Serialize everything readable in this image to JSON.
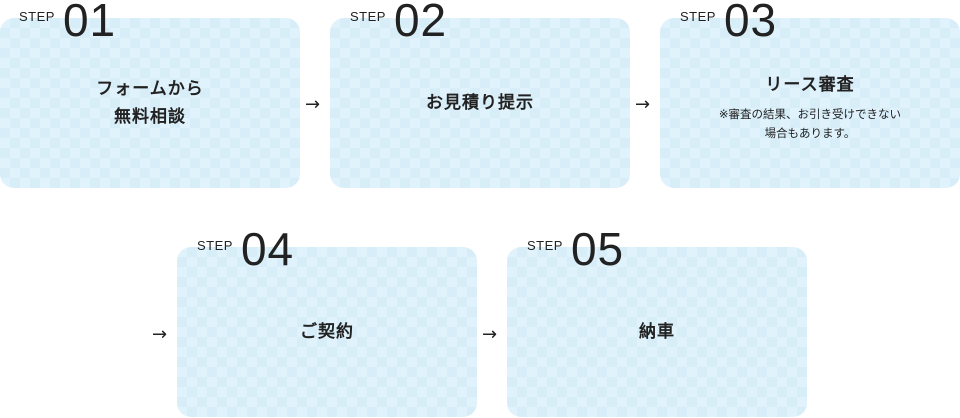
{
  "steps": [
    {
      "label": "STEP",
      "num": "01",
      "title_lines": [
        "フォームから",
        "無料相談"
      ]
    },
    {
      "label": "STEP",
      "num": "02",
      "title_lines": [
        "お見積り提示"
      ]
    },
    {
      "label": "STEP",
      "num": "03",
      "title_lines": [
        "リース審査"
      ],
      "note_lines": [
        "※審査の結果、お引き受けできない",
        "場合もあります。"
      ]
    },
    {
      "label": "STEP",
      "num": "04",
      "title_lines": [
        "ご契約"
      ]
    },
    {
      "label": "STEP",
      "num": "05",
      "title_lines": [
        "納車"
      ]
    }
  ],
  "arrow": "→"
}
